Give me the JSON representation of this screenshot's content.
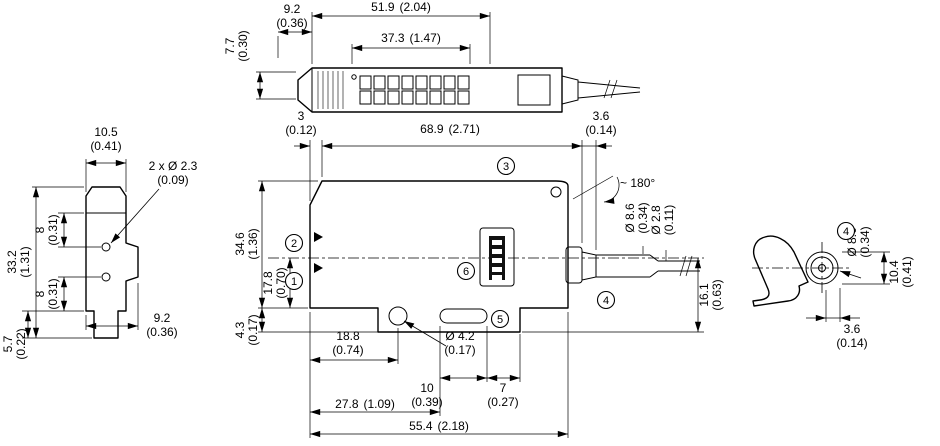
{
  "page": {
    "bg": "#ffffff",
    "ink": "#000000"
  },
  "callouts": {
    "c1": "1",
    "c2": "2",
    "c3": "3",
    "c4": "4",
    "c5": "5",
    "c6": "6"
  },
  "labels": {
    "rotation": "~ 180°"
  },
  "top_view": {
    "housing_length": {
      "mm": "51.9",
      "in": "(2.04)"
    },
    "display_window": {
      "mm": "37.3",
      "in": "(1.47)"
    },
    "clamp_lever": {
      "mm": "9.2",
      "in": "(0.36)"
    },
    "housing_height": {
      "mm": "7.7",
      "in": "(0.30)"
    }
  },
  "side_view": {
    "width": {
      "mm": "10.5",
      "in": "(0.41)"
    },
    "mounting_holes": {
      "mm": "2 x Ø 2.3",
      "in": "(0.09)"
    },
    "hole_offset_top": {
      "mm": "8",
      "in": "(0.31)"
    },
    "height": {
      "mm": "33.2",
      "in": "(1.31)"
    },
    "hole_offset_bottom": {
      "mm": "8",
      "in": "(0.31)"
    },
    "foot_height": {
      "mm": "5.7",
      "in": "(0.22)"
    },
    "depth": {
      "mm": "9.2",
      "in": "(0.36)"
    }
  },
  "front_view": {
    "top_edge_offset": {
      "mm": "3",
      "in": "(0.12)"
    },
    "overall_length": {
      "mm": "68.9",
      "in": "(2.71)"
    },
    "connector_offset": {
      "mm": "3.6",
      "in": "(0.14)"
    },
    "cable_sheath_dia": {
      "mm": "Ø 8.6",
      "in": "(0.34)"
    },
    "cable_core_dia": {
      "mm": "Ø 2.8",
      "in": "(0.11)"
    },
    "housing_height": {
      "mm": "34.6",
      "in": "(1.36)"
    },
    "axis_height": {
      "mm": "17.8",
      "in": "(0.70)"
    },
    "cable_axis_height": {
      "mm": "16.1",
      "in": "(0.63)"
    },
    "rail_foot_depth": {
      "mm": "4.3",
      "in": "(0.17)"
    },
    "hole_offset": {
      "mm": "18.8",
      "in": "(0.74)"
    },
    "hole_dia": {
      "mm": "Ø 4.2",
      "in": "(0.17)"
    },
    "slot_length": {
      "mm": "10",
      "in": "(0.39)"
    },
    "slot_to_edge": {
      "mm": "7",
      "in": "(0.27)"
    },
    "span_27_8": {
      "mm": "27.8",
      "in": "(1.09)"
    },
    "base_length": {
      "mm": "55.4",
      "in": "(2.18)"
    }
  },
  "connector_view": {
    "dia": {
      "mm": "Ø 8.6",
      "in": "(0.34)"
    },
    "height": {
      "mm": "10.4",
      "in": "(0.41)"
    },
    "tip_offset": {
      "mm": "3.6",
      "in": "(0.14)"
    }
  }
}
